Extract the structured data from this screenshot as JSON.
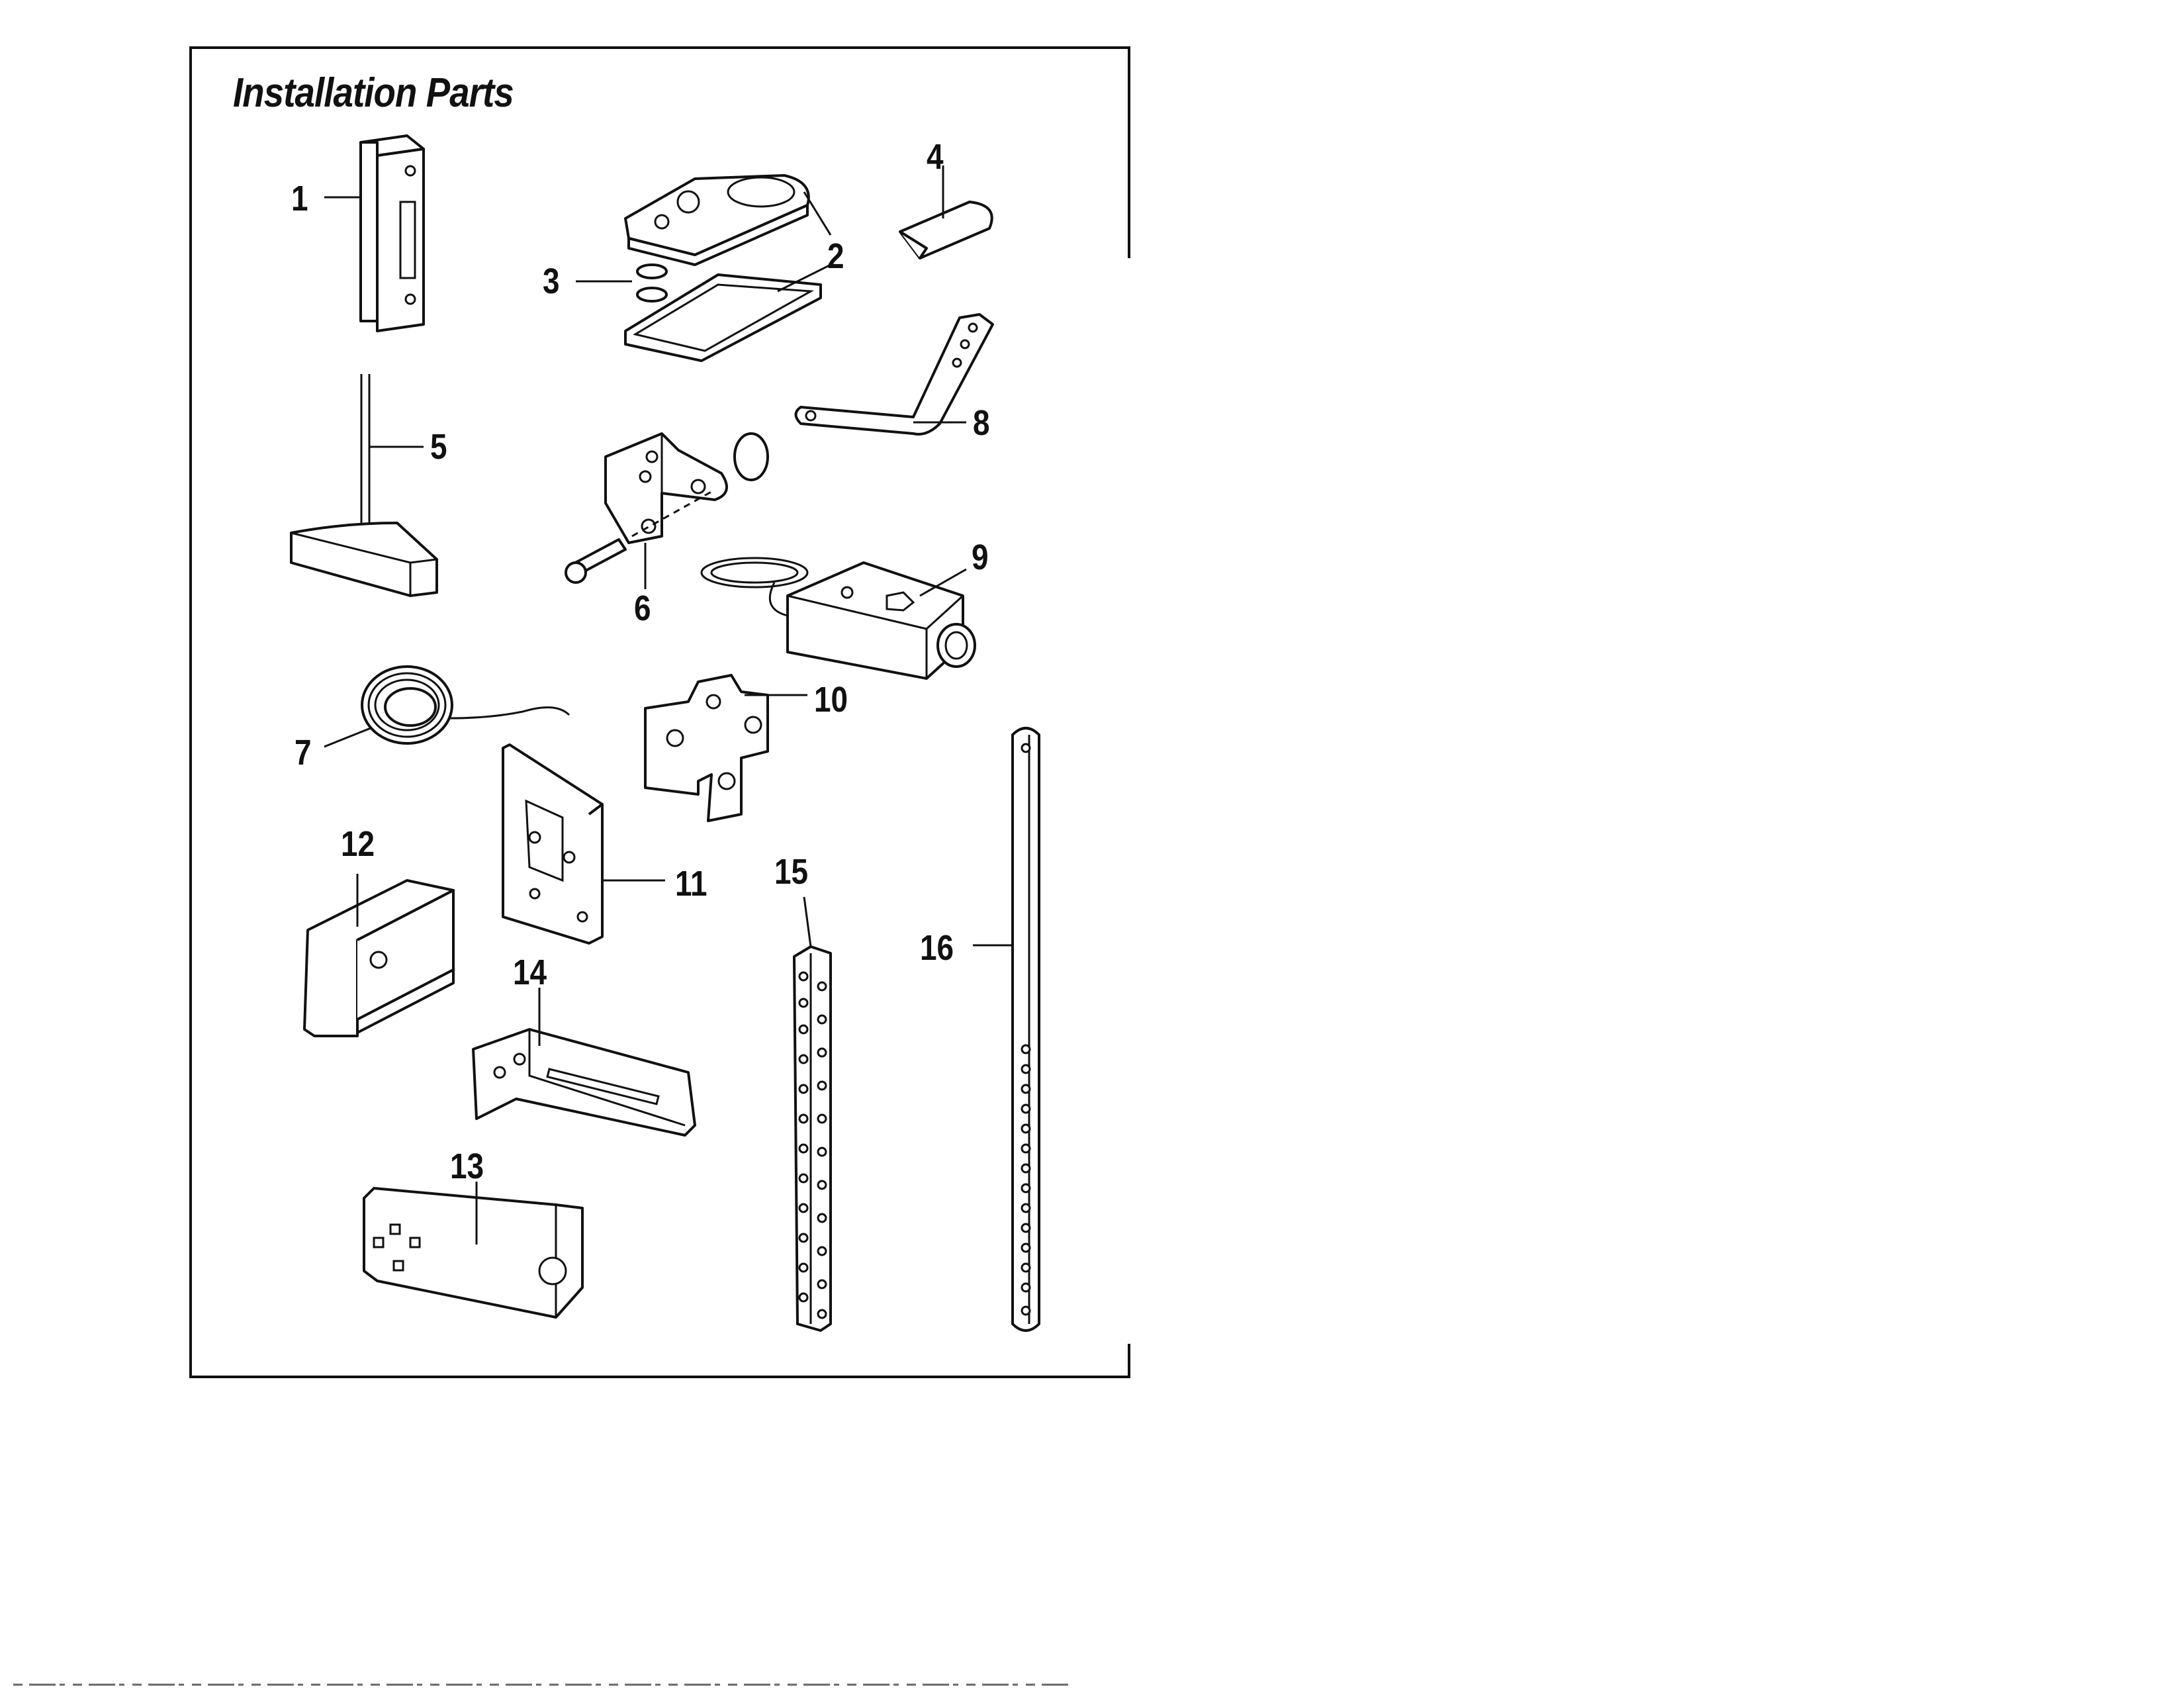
{
  "title": "Installation Parts",
  "labels": {
    "p1": "1",
    "p2": "2",
    "p3": "3",
    "p4": "4",
    "p5": "5",
    "p6": "6",
    "p7": "7",
    "p8": "8",
    "p9": "9",
    "p10": "10",
    "p11": "11",
    "p12": "12",
    "p13": "13",
    "p14": "14",
    "p15": "15",
    "p16": "16"
  }
}
